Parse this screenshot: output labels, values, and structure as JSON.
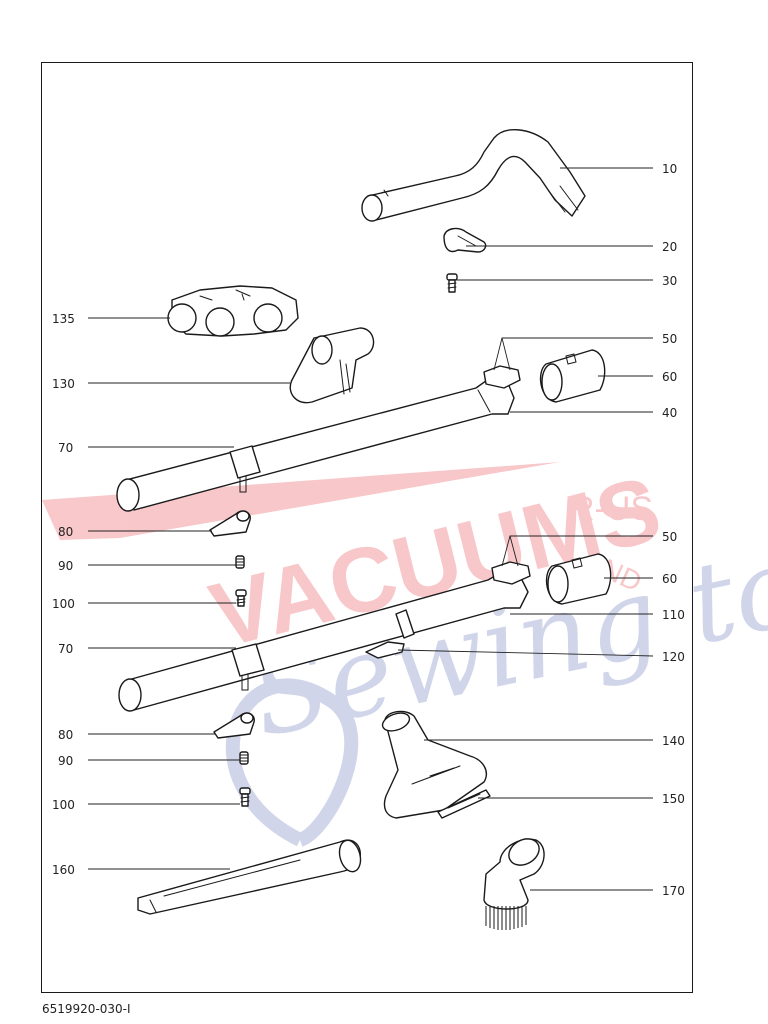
{
  "document_code": "6519920-030-I",
  "watermark": {
    "word1": "VACUUMS",
    "word2": "R-US",
    "word3": "AND",
    "word4": "Sewing too",
    "color_red": "#e8393f",
    "color_blue": "#5c6bb3"
  },
  "callouts": {
    "c10": "10",
    "c20": "20",
    "c30": "30",
    "c135": "135",
    "c50a": "50",
    "c60a": "60",
    "c130": "130",
    "c40": "40",
    "c70a": "70",
    "c80a": "80",
    "c90a": "90",
    "c100a": "100",
    "c50b": "50",
    "c60b": "60",
    "c110": "110",
    "c70b": "70",
    "c120": "120",
    "c80b": "80",
    "c140": "140",
    "c90b": "90",
    "c150": "150",
    "c100b": "100",
    "c160": "160",
    "c170": "170"
  }
}
